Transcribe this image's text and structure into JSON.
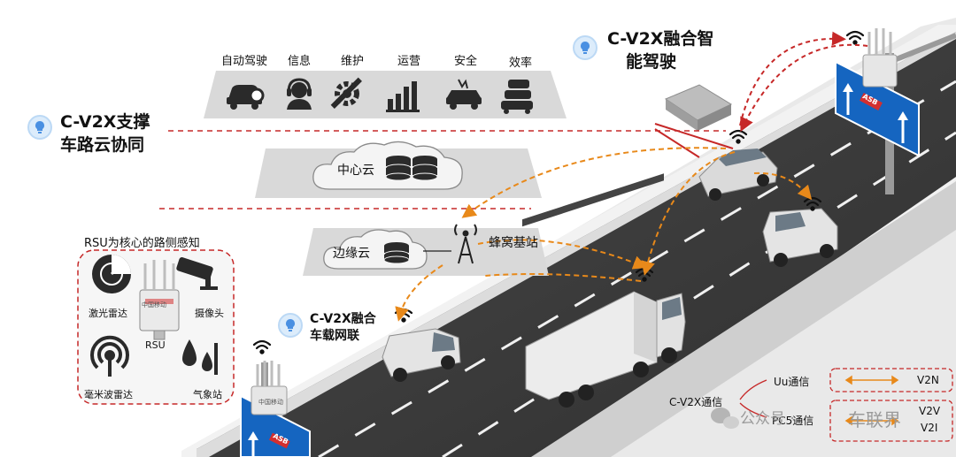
{
  "headings": {
    "fusion_driving_line1": "C-V2X融合智",
    "fusion_driving_line2": "能驾驶",
    "cloud_support_line1": "C-V2X支撑",
    "cloud_support_line2": "车路云协同",
    "vehicle_net_line1": "C-V2X融合",
    "vehicle_net_line2": "车载网联"
  },
  "services": [
    {
      "label": "自动驾驶",
      "icon": "autonomous-car-icon"
    },
    {
      "label": "信息",
      "icon": "headset-agent-icon"
    },
    {
      "label": "维护",
      "icon": "gear-wrench-icon"
    },
    {
      "label": "运营",
      "icon": "bar-chart-icon"
    },
    {
      "label": "安全",
      "icon": "collision-icon"
    },
    {
      "label": "效率",
      "icon": "traffic-cars-icon"
    }
  ],
  "tiers": {
    "central_cloud": "中心云",
    "edge_cloud": "边缘云",
    "cellular_station": "蜂窝基站"
  },
  "rsu": {
    "title": "RSU为核心的路侧感知",
    "lidar": "激光雷达",
    "camera": "摄像头",
    "mmwave": "毫米波雷达",
    "weather": "气象站",
    "rsu": "RSU",
    "device_brand": "中国移动"
  },
  "sign_text": "ASB",
  "legend": {
    "group": "C-V2X通信",
    "uu": "Uu通信",
    "pc5": "PC5通信",
    "v2n": "V2N",
    "v2v": "V2V",
    "v2i": "V2I"
  },
  "watermark": {
    "prefix": "公众号 ·",
    "name": "车联界"
  },
  "colors": {
    "accent_red": "#c62828",
    "link_orange": "#f59a1b",
    "road": "#3b3b3b",
    "sign_blue": "#1565c0",
    "panel_grey": "#d9d9d9",
    "bulb_blue": "#4a90e2"
  }
}
